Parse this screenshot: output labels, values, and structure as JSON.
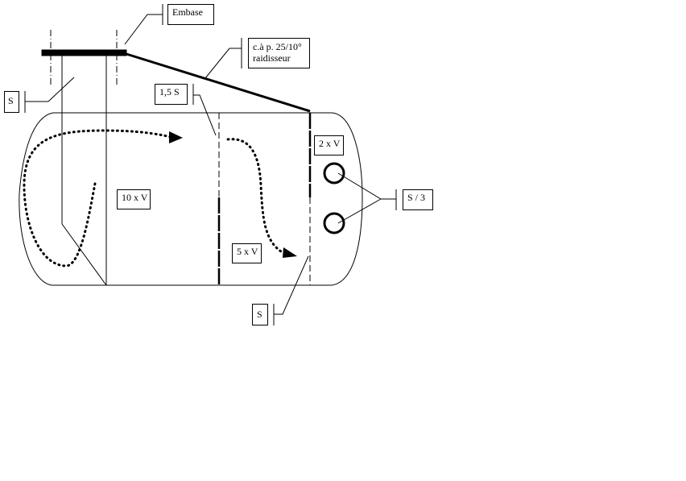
{
  "labels": {
    "embase": "Embase",
    "plate": "c.à p. 25/10°",
    "stiffener": "raidisseur",
    "one_five_s": "1,5 S",
    "s_left": "S",
    "ten_v": "10 x V",
    "two_v": "2 x V",
    "five_v": "5 x V",
    "s_third": "S / 3",
    "s_bottom": "S"
  }
}
